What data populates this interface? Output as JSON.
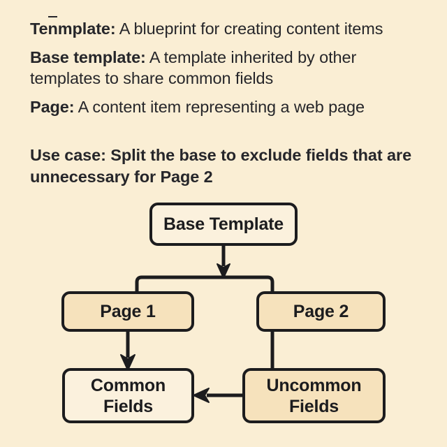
{
  "background_color": "#faeed4",
  "ink_color": "#1c1c1e",
  "glossary": [
    {
      "term": "Tenmplate:",
      "term_overbar_char": "n",
      "definition": "A blueprint for creating content items"
    },
    {
      "term": "Base template:",
      "definition": "A template inherited by other templates to share common fields"
    },
    {
      "term": "Page:",
      "definition": "A content item representing a web page"
    }
  ],
  "use_case": {
    "label": "Use case: Split the base to exclude fields that are unnecessary for Page 2"
  },
  "diagram": {
    "type": "flowchart",
    "nodes": [
      {
        "id": "base-template",
        "label": "Base Template",
        "fill": "#fbf1dd"
      },
      {
        "id": "page-1",
        "label": "Page 1",
        "fill": "#f6e2bc"
      },
      {
        "id": "page-2",
        "label": "Page 2",
        "fill": "#f6e2bc"
      },
      {
        "id": "common-fields",
        "label": "Common Fields",
        "fill": "#fbf1dd"
      },
      {
        "id": "uncommon-fields",
        "label": "Uncommon Fields",
        "fill": "#f6e2bc"
      }
    ],
    "edges": [
      {
        "from": "base-template",
        "to": "page-1",
        "arrow": "split-bracket"
      },
      {
        "from": "base-template",
        "to": "page-2",
        "arrow": "split-bracket"
      },
      {
        "from": "page-1",
        "to": "common-fields",
        "arrow": "down"
      },
      {
        "from": "page-2",
        "to": "uncommon-fields",
        "arrow": "none"
      },
      {
        "from": "uncommon-fields",
        "to": "common-fields",
        "arrow": "left"
      }
    ]
  }
}
